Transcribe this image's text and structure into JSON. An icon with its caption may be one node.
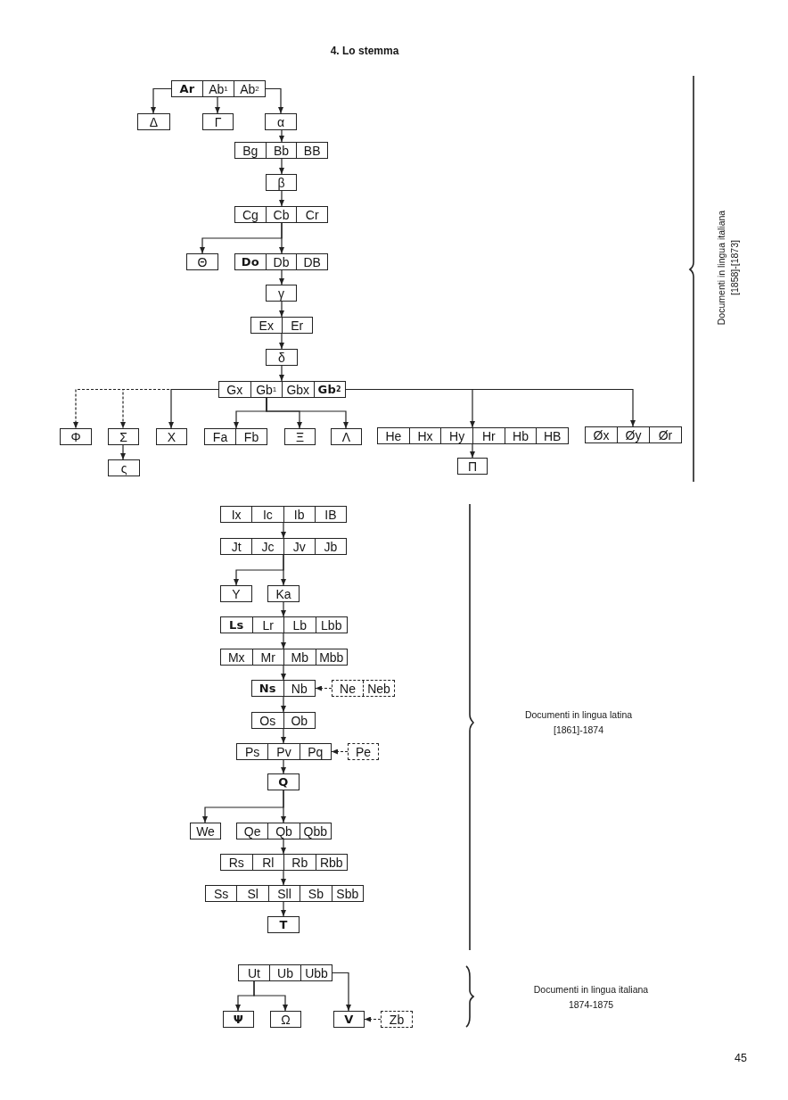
{
  "diagram": {
    "title": "4. Lo stemma",
    "nodes": [
      {
        "text": [
          "Ar",
          "Ab$^{1}$",
          "Ab$^{2}$"
        ]
      },
      {
        "text": [
          "Δ"
        ]
      },
      {
        "text": [
          "Γ"
        ]
      },
      {
        "text": [
          "α"
        ]
      },
      {
        "text": [
          "Bg",
          "Bb",
          "BB"
        ]
      },
      {
        "text": [
          "β"
        ]
      },
      {
        "text": [
          "Cg",
          "Cb",
          "Cr"
        ]
      },
      {
        "text": [
          "Θ"
        ]
      },
      {
        "text": [
          "Do",
          "Db",
          "DB"
        ]
      },
      {
        "text": [
          "γ"
        ]
      },
      {
        "text": [
          "Ex",
          "Er"
        ]
      },
      {
        "text": [
          "δ"
        ]
      },
      {
        "text": [
          "Gx",
          "Gb$^{1}$",
          "Gbx",
          "Gb$^{2}$"
        ]
      },
      {
        "text": [
          "Φ"
        ]
      },
      {
        "text": [
          "Σ"
        ]
      },
      {
        "text": [
          "Χ"
        ]
      },
      {
        "text": [
          "Fa",
          "Fb"
        ]
      },
      {
        "text": [
          "Ξ"
        ]
      },
      {
        "text": [
          "Λ"
        ]
      },
      {
        "text": [
          "He",
          "Hx",
          "Hy",
          "Hr",
          "Hb",
          "HB"
        ]
      },
      {
        "text": [
          "Øx",
          "Øy",
          "Ør"
        ]
      },
      {
        "text": [
          "ς"
        ]
      },
      {
        "text": [
          "Π"
        ]
      },
      {
        "text": [
          "Ix",
          "Ic",
          "Ib",
          "IB"
        ]
      },
      {
        "text": [
          "Jt",
          "Jc",
          "Jv",
          "Jb"
        ]
      },
      {
        "text": [
          "Υ"
        ]
      },
      {
        "text": [
          "Ka"
        ]
      },
      {
        "text": [
          "Ls",
          "Lr",
          "Lb",
          "Lbb"
        ]
      },
      {
        "text": [
          "Mx",
          "Mr",
          "Mb",
          "Mbb"
        ]
      },
      {
        "text": [
          "Ns",
          "Nb"
        ]
      },
      {
        "text": [
          "Ne",
          "Neb"
        ]
      },
      {
        "text": [
          "Os",
          "Ob"
        ]
      },
      {
        "text": [
          "Ps",
          "Pv",
          "Pq"
        ]
      },
      {
        "text": [
          "Pe"
        ]
      },
      {
        "text": [
          "Q"
        ]
      },
      {
        "text": [
          "We"
        ]
      },
      {
        "text": [
          "Qe",
          "Qb",
          "Qbb"
        ]
      },
      {
        "text": [
          "Rs",
          "Rl",
          "Rb",
          "Rbb"
        ]
      },
      {
        "text": [
          "Ss",
          "Sl",
          "Sll",
          "Sb",
          "Sbb"
        ]
      },
      {
        "text": [
          "T"
        ]
      },
      {
        "text": [
          "Ut",
          "Ub",
          "Ubb"
        ]
      },
      {
        "text": [
          "Ψ"
        ]
      },
      {
        "text": [
          "Ω"
        ]
      },
      {
        "text": [
          "V"
        ]
      },
      {
        "text": [
          "Zb"
        ]
      }
    ],
    "edges": [
      {
        "from": 0,
        "to": 1,
        "arrow": "to"
      },
      {
        "from": 0,
        "to": 2,
        "arrow": "to"
      },
      {
        "from": 0,
        "to": 3,
        "arrow": "to"
      },
      {
        "from": 3,
        "to": 4,
        "arrow": "to"
      },
      {
        "from": 4,
        "to": 5,
        "arrow": "to"
      },
      {
        "from": 5,
        "to": 6,
        "arrow": "to"
      },
      {
        "from": 6,
        "to": 7,
        "arrow": "to"
      },
      {
        "from": 6,
        "to": 8,
        "arrow": "to"
      },
      {
        "from": 8,
        "to": 9,
        "arrow": "to"
      },
      {
        "from": 9,
        "to": 10,
        "arrow": "to"
      },
      {
        "from": 10,
        "to": 11,
        "arrow": "to"
      },
      {
        "from": 11,
        "to": 12,
        "arrow": "to"
      },
      {
        "from": 12,
        "to": 13,
        "arrow": "to",
        "style": "dashed"
      },
      {
        "from": 12,
        "to": 14,
        "arrow": "to",
        "style": "dashed"
      },
      {
        "from": 12,
        "to": 15,
        "arrow": "to"
      },
      {
        "from": 12,
        "to": 16,
        "arrow": "to"
      },
      {
        "from": 12,
        "to": 17,
        "arrow": "to"
      },
      {
        "from": 12,
        "to": 18,
        "arrow": "to"
      },
      {
        "from": 12,
        "to": 19,
        "arrow": "to"
      },
      {
        "from": 12,
        "to": 20,
        "arrow": "to"
      },
      {
        "from": 14,
        "to": 21,
        "arrow": "to"
      },
      {
        "from": 19,
        "to": 22,
        "arrow": "to"
      },
      {
        "from": 23,
        "to": 24,
        "arrow": "to"
      },
      {
        "from": 24,
        "to": 25,
        "arrow": "to"
      },
      {
        "from": 24,
        "to": 26,
        "arrow": "to"
      },
      {
        "from": 26,
        "to": 27,
        "arrow": "to"
      },
      {
        "from": 27,
        "to": 28,
        "arrow": "to"
      },
      {
        "from": 28,
        "to": 29,
        "arrow": "to"
      },
      {
        "from": 30,
        "to": 29,
        "arrow": "to",
        "style": "dashed"
      },
      {
        "from": 29,
        "to": 31,
        "arrow": "to"
      },
      {
        "from": 31,
        "to": 32,
        "arrow": "to"
      },
      {
        "from": 33,
        "to": 32,
        "arrow": "to",
        "style": "dashed"
      },
      {
        "from": 32,
        "to": 34,
        "arrow": "to"
      },
      {
        "from": 34,
        "to": 35,
        "arrow": "to"
      },
      {
        "from": 34,
        "to": 36,
        "arrow": "to"
      },
      {
        "from": 36,
        "to": 37,
        "arrow": "to"
      },
      {
        "from": 37,
        "to": 38,
        "arrow": "to"
      },
      {
        "from": 38,
        "to": 39,
        "arrow": "to"
      },
      {
        "from": 40,
        "to": 41,
        "arrow": "to"
      },
      {
        "from": 40,
        "to": 42,
        "arrow": "to"
      },
      {
        "from": 40,
        "to": 43,
        "arrow": "to"
      },
      {
        "from": 44,
        "to": 43,
        "arrow": "to",
        "style": "dashed"
      }
    ],
    "labels": [
      "Documenti in lingua italiana",
      "[1858]-[1873]",
      "Documenti in lingua latina",
      "[1861]-1874",
      "Documenti in lingua italiana",
      "1874-1875",
      "45"
    ]
  }
}
